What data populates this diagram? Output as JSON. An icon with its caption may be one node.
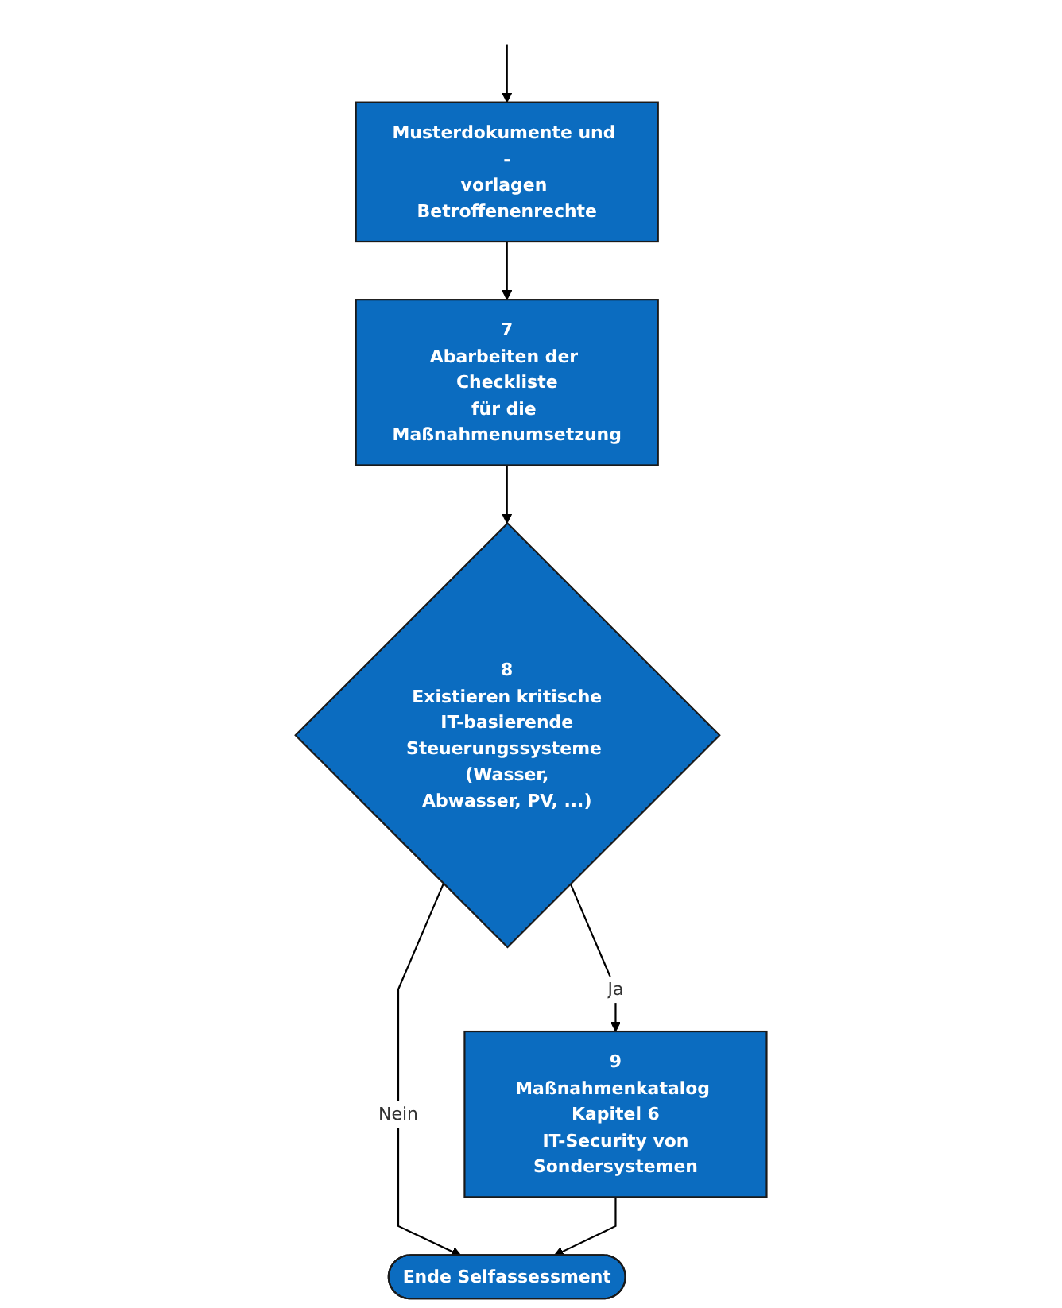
{
  "diagram": {
    "nodes": [
      {
        "text": [
          "Musterdokumente und - vorlagen Betroffenenrechte"
        ]
      },
      {
        "text": [
          "7",
          "Abarbeiten der Checkliste für die Maßnahmenumsetzung"
        ]
      },
      {
        "text": [
          "8",
          "Existieren kritische IT-basierende Steuerungssysteme (Wasser, Abwasser, PV, ...)"
        ]
      },
      {
        "text": [
          "9",
          "Maßnahmenkatalog Kapitel 6 IT-Security von Sondersystemen"
        ]
      },
      {
        "text": [
          "Ende Selfassessment"
        ]
      }
    ],
    "edges": [
      {
        "from": null,
        "to": 0,
        "arrow": "to"
      },
      {
        "from": 0,
        "to": 1,
        "arrow": "to"
      },
      {
        "from": 1,
        "to": 2,
        "arrow": "to"
      },
      {
        "from": 2,
        "to": 3,
        "label": "Ja",
        "arrow": "to"
      },
      {
        "from": 2,
        "to": 4,
        "label": "Nein",
        "arrow": "to"
      },
      {
        "from": 3,
        "to": 4,
        "arrow": "to"
      }
    ]
  }
}
